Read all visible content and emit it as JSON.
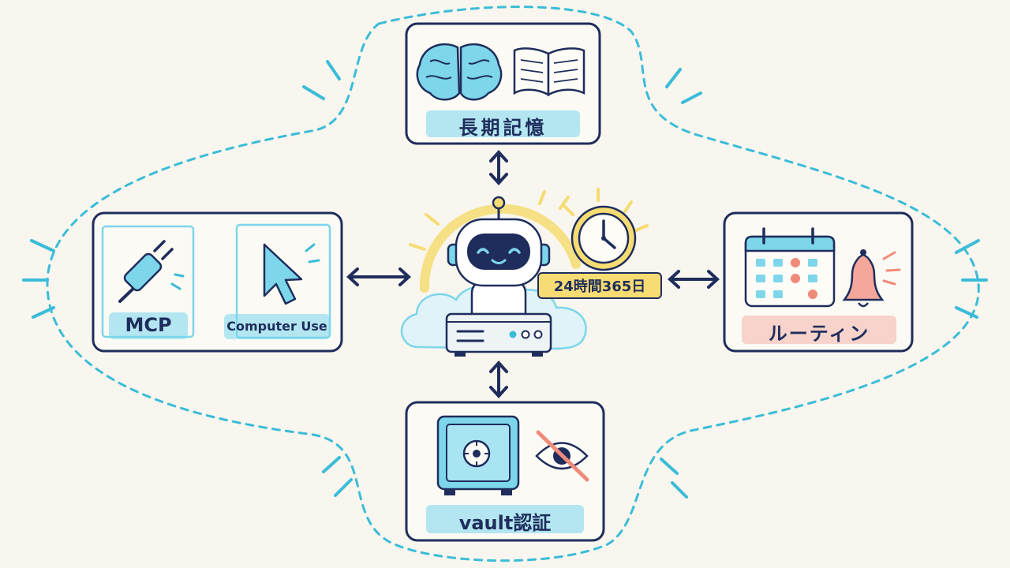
{
  "nodes": {
    "memory": {
      "label": "長期記憶",
      "icons": [
        "brain-icon",
        "book-icon"
      ]
    },
    "mcp": {
      "label": "MCP",
      "icons": [
        "plug-icon"
      ]
    },
    "computer_use": {
      "label": "Computer Use",
      "icons": [
        "cursor-icon"
      ]
    },
    "routine": {
      "label": "ルーティン",
      "icons": [
        "calendar-icon",
        "bell-icon"
      ]
    },
    "vault": {
      "label": "vault認証",
      "icons": [
        "safe-icon",
        "eye-crossed-icon"
      ]
    },
    "center": {
      "badge": "24時間365日",
      "icons": [
        "robot-icon",
        "server-icon",
        "cloud-icon",
        "clock-icon"
      ]
    }
  },
  "colors": {
    "ink": "#1f2d5c",
    "accent_blue": "#3bbcd8",
    "highlight_blue": "#78d6ec",
    "highlight_pink": "#f4b2aa",
    "badge_yellow": "#f6dc72",
    "bell_coral": "#f08a7a"
  }
}
